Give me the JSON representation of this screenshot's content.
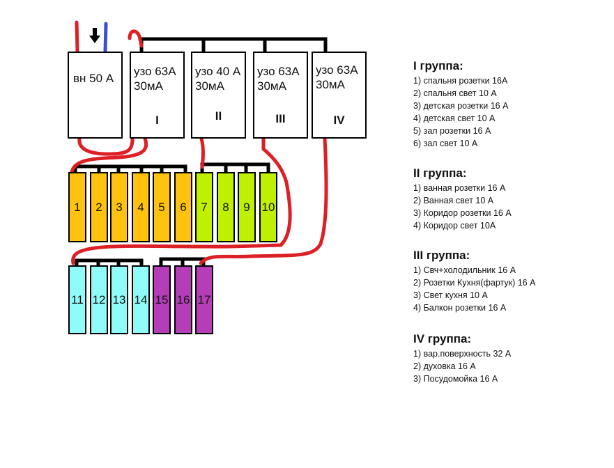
{
  "colors": {
    "phase_wire": "#dd1f26",
    "neutral_wire": "#3b4fd0",
    "bus": "#000000",
    "group_I": "#ffc20e",
    "group_II": "#bff000",
    "group_III": "#8ffcfa",
    "group_IV": "#b53db8"
  },
  "main_switch": {
    "label": "вн 50 А"
  },
  "rcds": [
    {
      "label": "узо 63А\n30мА",
      "group": "I"
    },
    {
      "label": "узо 40 А\n30мА",
      "group": "II"
    },
    {
      "label": "узо 63А\n30мА",
      "group": "III"
    },
    {
      "label": "узо 63А\n30мА",
      "group": "IV"
    }
  ],
  "breakers": [
    {
      "n": "1",
      "group": "I"
    },
    {
      "n": "2",
      "group": "I"
    },
    {
      "n": "3",
      "group": "I"
    },
    {
      "n": "4",
      "group": "I"
    },
    {
      "n": "5",
      "group": "I"
    },
    {
      "n": "6",
      "group": "I"
    },
    {
      "n": "7",
      "group": "II"
    },
    {
      "n": "8",
      "group": "II"
    },
    {
      "n": "9",
      "group": "II"
    },
    {
      "n": "10",
      "group": "II"
    },
    {
      "n": "11",
      "group": "III"
    },
    {
      "n": "12",
      "group": "III"
    },
    {
      "n": "13",
      "group": "III"
    },
    {
      "n": "14",
      "group": "III"
    },
    {
      "n": "15",
      "group": "IV"
    },
    {
      "n": "16",
      "group": "IV"
    },
    {
      "n": "17",
      "group": "IV"
    }
  ],
  "legend": [
    {
      "title": "I группа:",
      "items": [
        "1) спальня розетки 16А",
        "2) спальня свет 10 А",
        "3) детская розетки 16 А",
        "4) детская свет 10 А",
        "5) зал розетки 16 А",
        "6) зал свет 10 А"
      ]
    },
    {
      "title": "II группа:",
      "items": [
        "1) ванная розетки 16 А",
        "2) Ванная свет 10 А",
        "3) Коридор розетки 16 А",
        "4) Коридор свет 10А"
      ]
    },
    {
      "title": "III группа:",
      "items": [
        "1) Свч+холодильник 16 А",
        "2) Розетки Кухня(фартук) 16 А",
        "3) Свет кухня 10 А",
        "4) Балкон розетки 16 А"
      ]
    },
    {
      "title": "IV группа:",
      "items": [
        "1) вар.поверхность 32 А",
        "2) духовка 16 А",
        "3) Посудомойка 16 А"
      ]
    }
  ]
}
